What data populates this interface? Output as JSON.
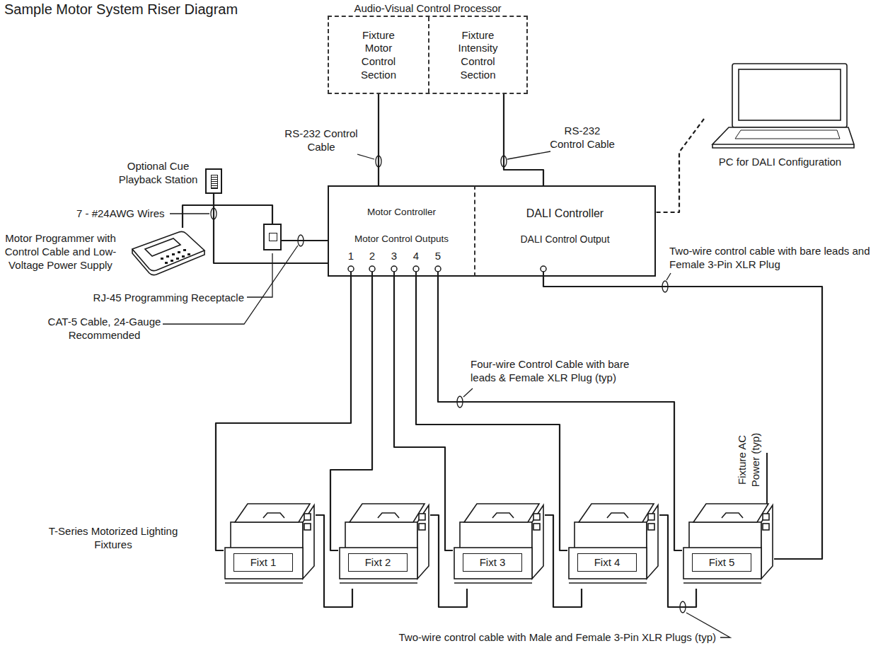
{
  "diagram": {
    "title": "Sample Motor System Riser Diagram",
    "nodes": [
      {
        "text": [
          "Audio-Visual Control Processor"
        ]
      },
      {
        "text": [
          "Fixture Motor Control Section"
        ],
        "in": 0
      },
      {
        "text": [
          "Fixture Intensity Control Section"
        ],
        "in": 0
      },
      {
        "text": [
          "Optional Cue Playback Station"
        ]
      },
      {
        "text": [
          "PC for DALI Configuration"
        ]
      },
      {
        "text": [
          "Motor Controller",
          "Motor Control Outputs"
        ]
      },
      {
        "text": [
          "DALI Controller",
          "DALI Control Output"
        ]
      },
      {
        "text": [
          "Motor Programmer with Control Cable and Low-Voltage Power Supply"
        ]
      },
      {
        "text": [
          "RJ-45 Programming Receptacle"
        ]
      },
      {
        "text": [
          "Fixt 1"
        ]
      },
      {
        "text": [
          "Fixt 2"
        ]
      },
      {
        "text": [
          "Fixt 3"
        ]
      },
      {
        "text": [
          "Fixt 4"
        ]
      },
      {
        "text": [
          "Fixt 5"
        ]
      }
    ],
    "edges": [
      {
        "from": 1,
        "to": 5,
        "label": "RS-232 Control Cable",
        "arrow": "none"
      },
      {
        "from": 2,
        "to": 6,
        "label": "RS-232 Control Cable",
        "arrow": "none"
      },
      {
        "from": 4,
        "to": 6,
        "arrow": "none"
      },
      {
        "from": 3,
        "to": 5,
        "label": "7 - #24AWG Wires",
        "arrow": "none"
      },
      {
        "from": 7,
        "to": 8,
        "arrow": "none"
      },
      {
        "from": 8,
        "to": 5,
        "label": "CAT-5 Cable, 24-Gauge Recommended",
        "arrow": "none"
      },
      {
        "from": 5,
        "to": 9,
        "arrow": "none"
      },
      {
        "from": 5,
        "to": 10,
        "arrow": "none"
      },
      {
        "from": 5,
        "to": 11,
        "arrow": "none"
      },
      {
        "from": 5,
        "to": 12,
        "arrow": "none"
      },
      {
        "from": 5,
        "to": 13,
        "label": "Four-wire Control Cable with bare leads & Female XLR Plug (typ)",
        "arrow": "none"
      },
      {
        "from": 6,
        "to": 13,
        "label": "Two-wire control cable with bare leads and Female 3-Pin XLR Plug",
        "arrow": "none"
      },
      {
        "from": 9,
        "to": 10,
        "arrow": "none"
      },
      {
        "from": 10,
        "to": 11,
        "arrow": "none"
      },
      {
        "from": 11,
        "to": 12,
        "arrow": "none"
      },
      {
        "from": 12,
        "to": 13,
        "label": "Two-wire control cable with Male and Female 3-Pin XLR Plugs (typ)",
        "arrow": "none"
      }
    ],
    "labels": [
      "1",
      "2",
      "3",
      "4",
      "5",
      "T-Series Motorized Lighting Fixtures",
      "Fixture AC Power (typ)"
    ]
  }
}
